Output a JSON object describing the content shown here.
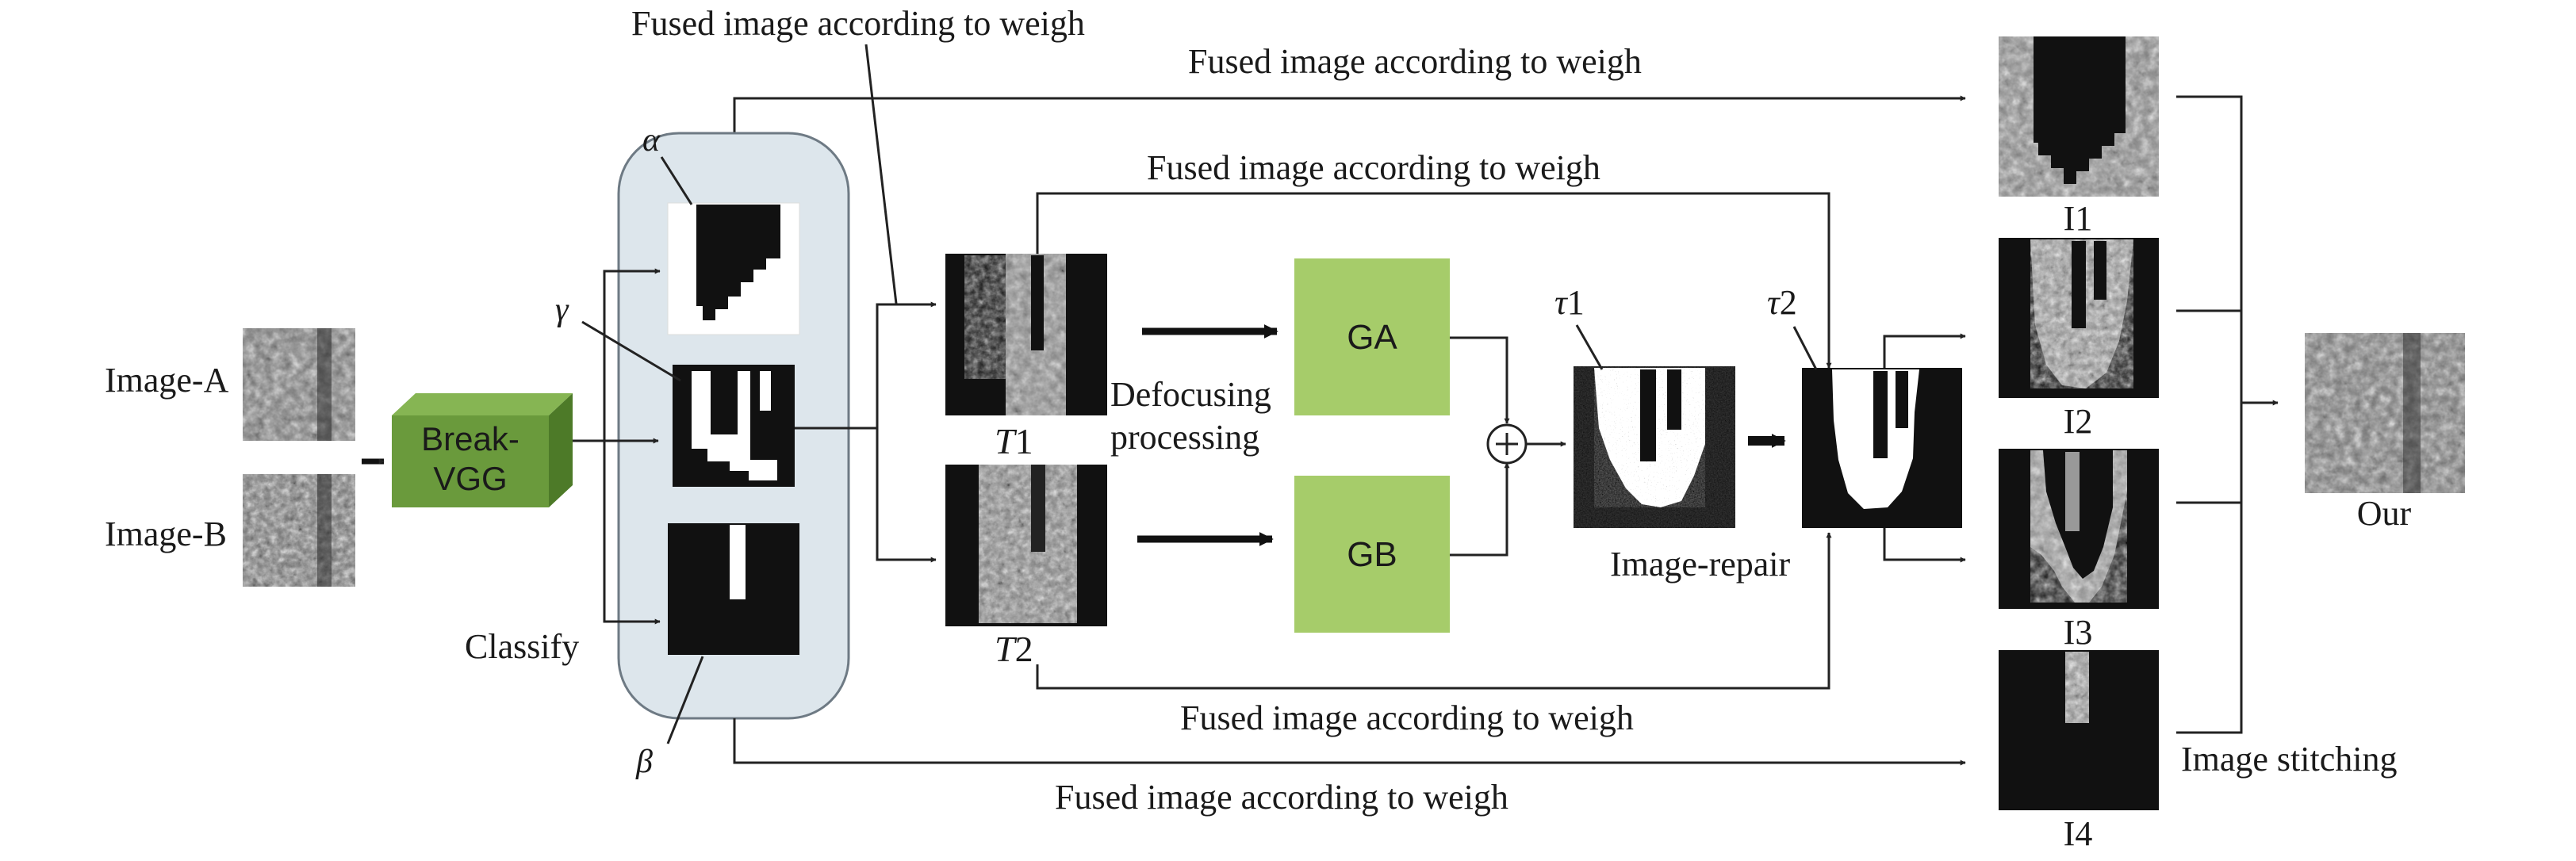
{
  "labels": {
    "fused": "Fused image according to weigh",
    "image_a": "Image-A",
    "image_b": "Image-B",
    "break_vgg_line1": "Break-",
    "break_vgg_line2": "VGG",
    "classify": "Classify",
    "alpha": "α",
    "gamma": "γ",
    "beta": "β",
    "t1_var": "T",
    "t1_num": "1",
    "t2_var": "T",
    "t2_num": "2",
    "defocusing_line1": "Defocusing",
    "defocusing_line2": "processing",
    "ga": "GA",
    "gb": "GB",
    "tau1_var": "τ",
    "tau1_num": "1",
    "tau2_var": "τ",
    "tau2_num": "2",
    "image_repair": "Image-repair",
    "i1": "I1",
    "i2": "I2",
    "i3": "I3",
    "i4": "I4",
    "our": "Our",
    "image_stitching": "Image stitching"
  },
  "colors": {
    "panel_fill": "#dde6ec",
    "panel_stroke": "#6e7a84",
    "module_green": "#a6cc6a",
    "vgg_front": "#6a9a3c",
    "vgg_top": "#86b553",
    "vgg_side": "#4d7a28"
  }
}
